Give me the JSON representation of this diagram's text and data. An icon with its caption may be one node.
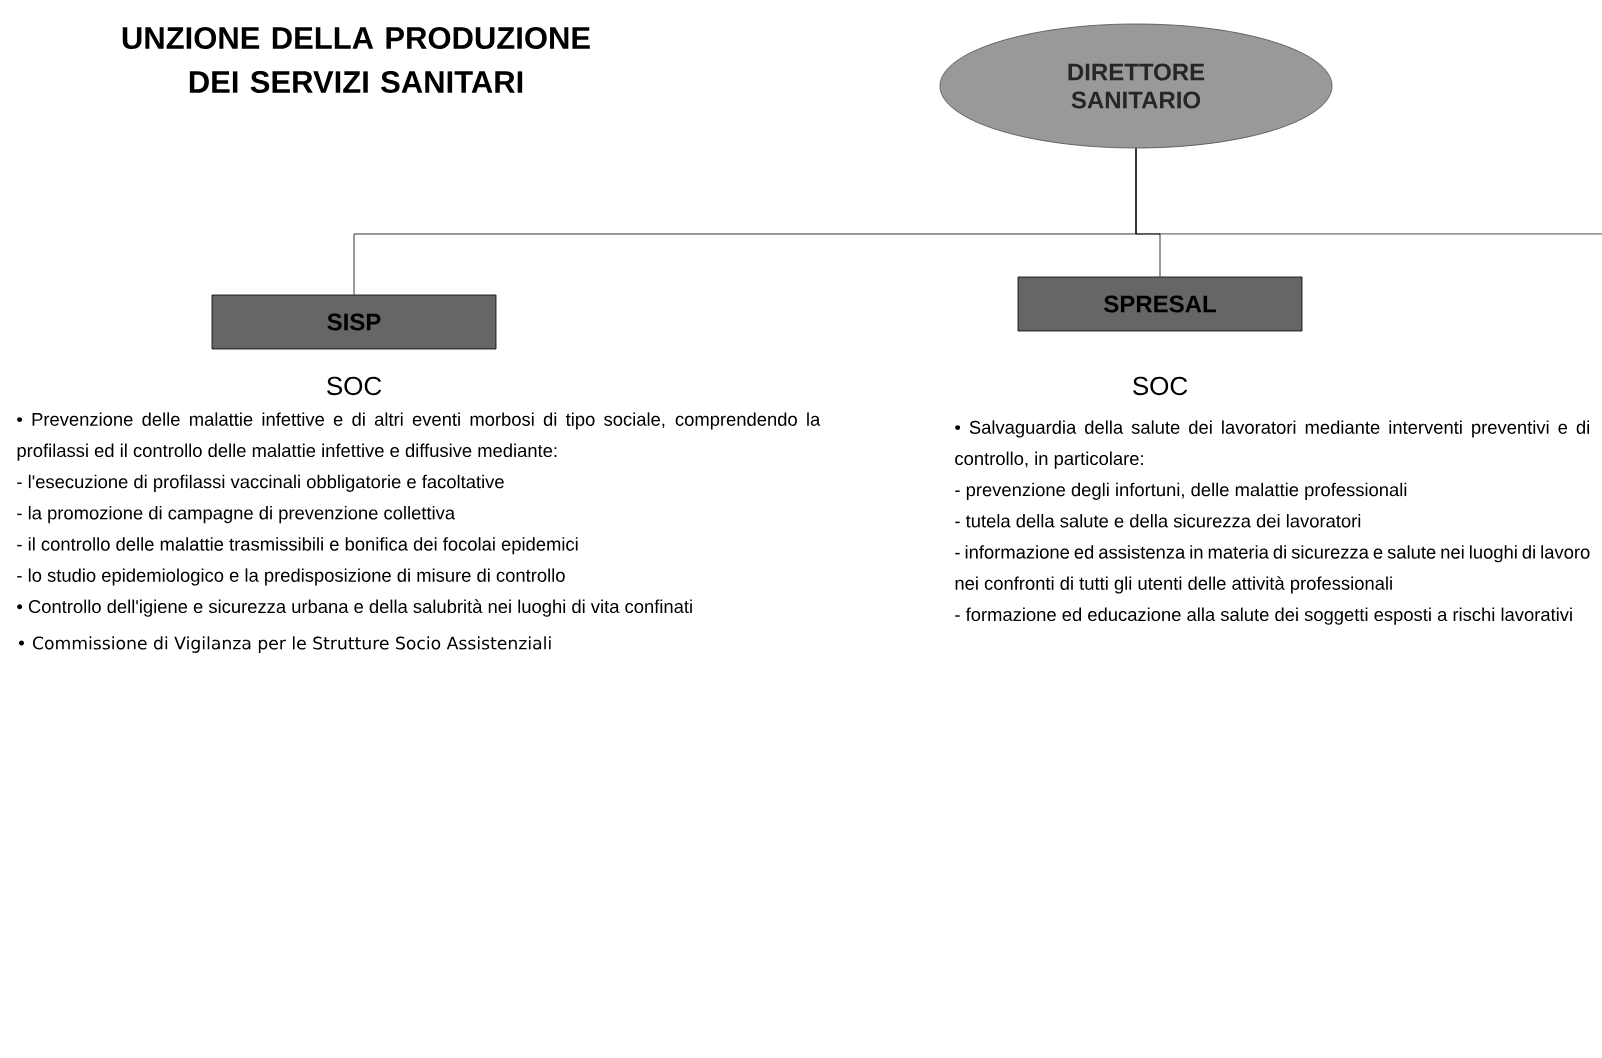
{
  "diagram": {
    "title": "UNZIONE DELLA PRODUZIONE DEI SERVIZI SANITARI",
    "nodes": [
      {
        "text": [
          "DIRETTORE SANITARIO"
        ]
      },
      {
        "text": [
          "SISP"
        ],
        "beside": [
          "SOC",
          "• Prevenzione delle malattie infettive e di altri eventi morbosi di tipo sociale, comprendendo la profilassi ed il controllo delle malattie infettive e diffusive mediante:",
          "- l'esecuzione di profilassi vaccinali obbligatorie e facoltative",
          "- la promozione di campagne di prevenzione collettiva",
          "- il controllo delle malattie trasmissibili e bonifica dei focolai epidemici",
          "- lo studio epidemiologico e la predisposizione di misure di controllo",
          "• Controllo dell'igiene e sicurezza urbana e della salubrità nei luoghi di vita confinati",
          "• Commissione di Vigilanza per le Strutture Socio Assistenziali"
        ]
      },
      {
        "text": [
          "SPRESAL"
        ],
        "beside": [
          "SOC",
          "• Salvaguardia della salute dei lavoratori mediante interventi preventivi e di controllo, in particolare:",
          "- prevenzione degli infortuni, delle malattie professionali",
          "- tutela della salute e della sicurezza dei lavoratori",
          "- informazione ed assistenza in materia di sicurezza e salute nei luoghi di lavoro nei confronti di tutti gli utenti delle attività professionali",
          "- formazione ed educazione alla salute dei soggetti esposti a rischi lavorativi"
        ]
      }
    ],
    "edges": [
      {
        "from": 0,
        "to": 1,
        "arrow": "none"
      },
      {
        "from": 0,
        "to": 2,
        "arrow": "none"
      },
      {
        "from": 0,
        "to": null,
        "arrow": "none"
      }
    ]
  }
}
